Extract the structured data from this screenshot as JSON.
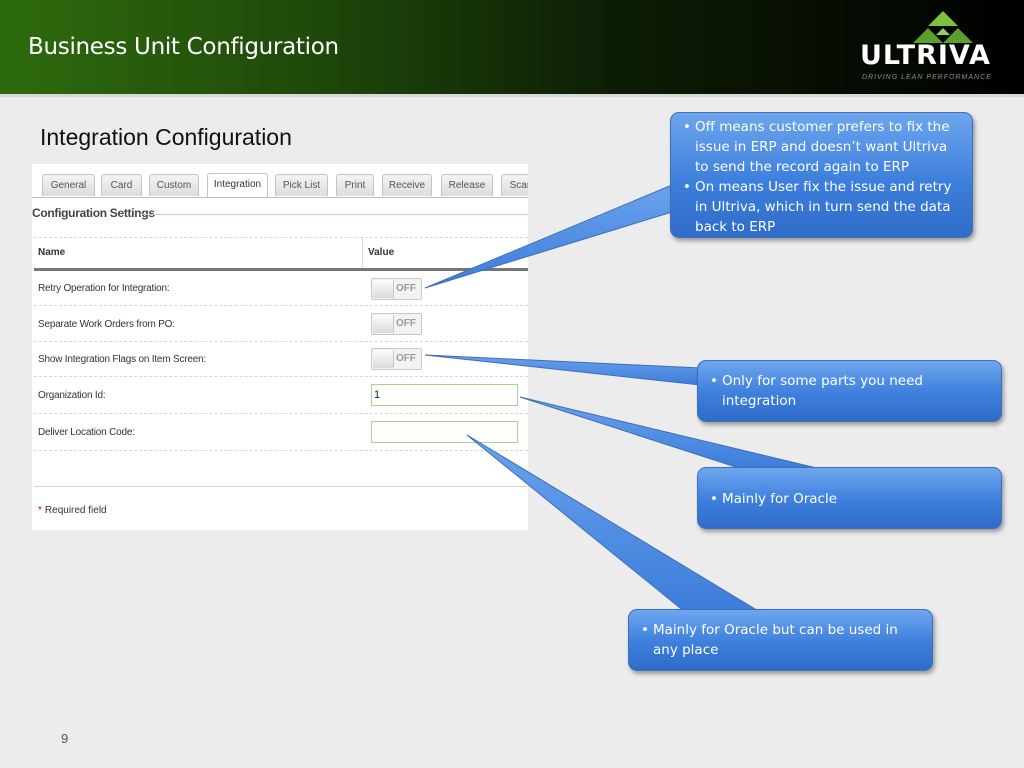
{
  "slide": {
    "title": "Business Unit Configuration",
    "section_title": "Integration Configuration",
    "page_number": "9"
  },
  "logo": {
    "word": "ULTRIVA",
    "tagline": "DRIVING LEAN PERFORMANCE",
    "icon": "ultriva-triangle-logo-icon",
    "colors": {
      "green": "#7cc242",
      "dark_green": "#3d8a1c"
    }
  },
  "tabs": [
    {
      "label": "General"
    },
    {
      "label": "Card"
    },
    {
      "label": "Custom"
    },
    {
      "label": "Integration",
      "active": true
    },
    {
      "label": "Pick List"
    },
    {
      "label": "Print"
    },
    {
      "label": "Receive"
    },
    {
      "label": "Release"
    },
    {
      "label": "Scan"
    }
  ],
  "config": {
    "title": "Configuration Settings",
    "header_name": "Name",
    "header_value": "Value",
    "rows": [
      {
        "label": "Retry Operation for Integration:",
        "type": "toggle",
        "value": "OFF"
      },
      {
        "label": "Separate Work Orders from PO:",
        "type": "toggle",
        "value": "OFF"
      },
      {
        "label": "Show Integration Flags on Item Screen:",
        "type": "toggle",
        "value": "OFF"
      },
      {
        "label": "Organization Id:",
        "type": "text",
        "value": "1"
      },
      {
        "label": "Deliver Location Code:",
        "type": "text",
        "value": ""
      }
    ],
    "required_note": "Required field",
    "required_marker": "*"
  },
  "callouts": [
    {
      "bullets": [
        "Off means customer prefers to fix the issue in ERP and doesn’t want Ultriva to send the record again to ERP",
        "On means User fix the issue and retry in Ultriva, which in turn send the data back to ERP"
      ]
    },
    {
      "bullets": [
        "Only for some parts you need integration"
      ]
    },
    {
      "bullets": [
        "Mainly for Oracle"
      ]
    },
    {
      "bullets": [
        "Mainly for Oracle but can be used in any  place"
      ]
    }
  ],
  "colors": {
    "header_green": "#2e6b0d",
    "callout_blue": "#3d7fdc",
    "field_border": "#a6d48a",
    "required_red": "#d00000"
  }
}
